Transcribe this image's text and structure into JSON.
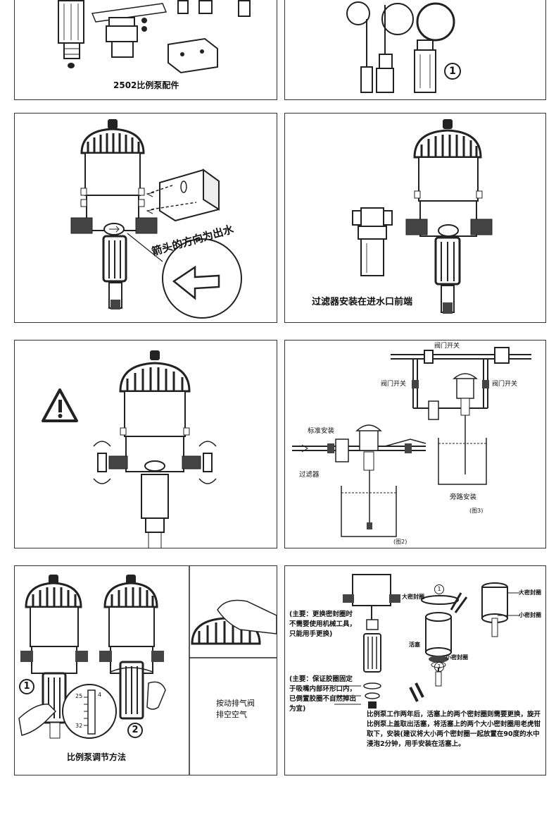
{
  "panels": {
    "accessories": {
      "caption": "2502比例泵配件"
    },
    "tubes": {
      "step_number": "1"
    },
    "wall_mount": {
      "arrow_caption": "箭头的方向为出水"
    },
    "filter": {
      "caption": "过滤器安装在进水口前端"
    },
    "warning": {
      "icon": "warning-triangle-icon"
    },
    "installation": {
      "valve_top": "阀门开关",
      "valve_left": "阀门开关",
      "valve_right": "阀门开关",
      "standard": "标准安装",
      "filter": "过滤器",
      "bypass": "旁路安装",
      "fig2": "(图2)",
      "fig3": "(图3)"
    },
    "adjust": {
      "caption": "比例泵调节方法",
      "step1": "1",
      "step2": "2",
      "scale_top": "25",
      "scale_mid": "4",
      "scale_bottom": "32",
      "vent_line1": "按动排气阀",
      "vent_line2": "排空空气"
    },
    "seals": {
      "big_seal_top": "大密封圈",
      "big_seal_right": "大密封圈",
      "small_seal_right": "小密封圈",
      "piston": "活塞",
      "small_seal": "小密封圈",
      "note1": "(主要：更换密封圈时不需要使用机械工具，只能用手更换)",
      "note2": "(主要：保证胶圈固定于吸嘴内部环形口内，已倒置胶圈不自然掉出为宜)",
      "instructions": "比例泵工作两年后，活塞上的两个密封圈则需要更换，旋开比例泵上盖取出活塞，将活塞上的两个大小密封圈用老虎钳取下，安装(建议将大小两个密封圈一起放置在90度的水中浸泡2分钟，用手安装在活塞上。",
      "marker1": "1",
      "marker2": "1"
    }
  }
}
